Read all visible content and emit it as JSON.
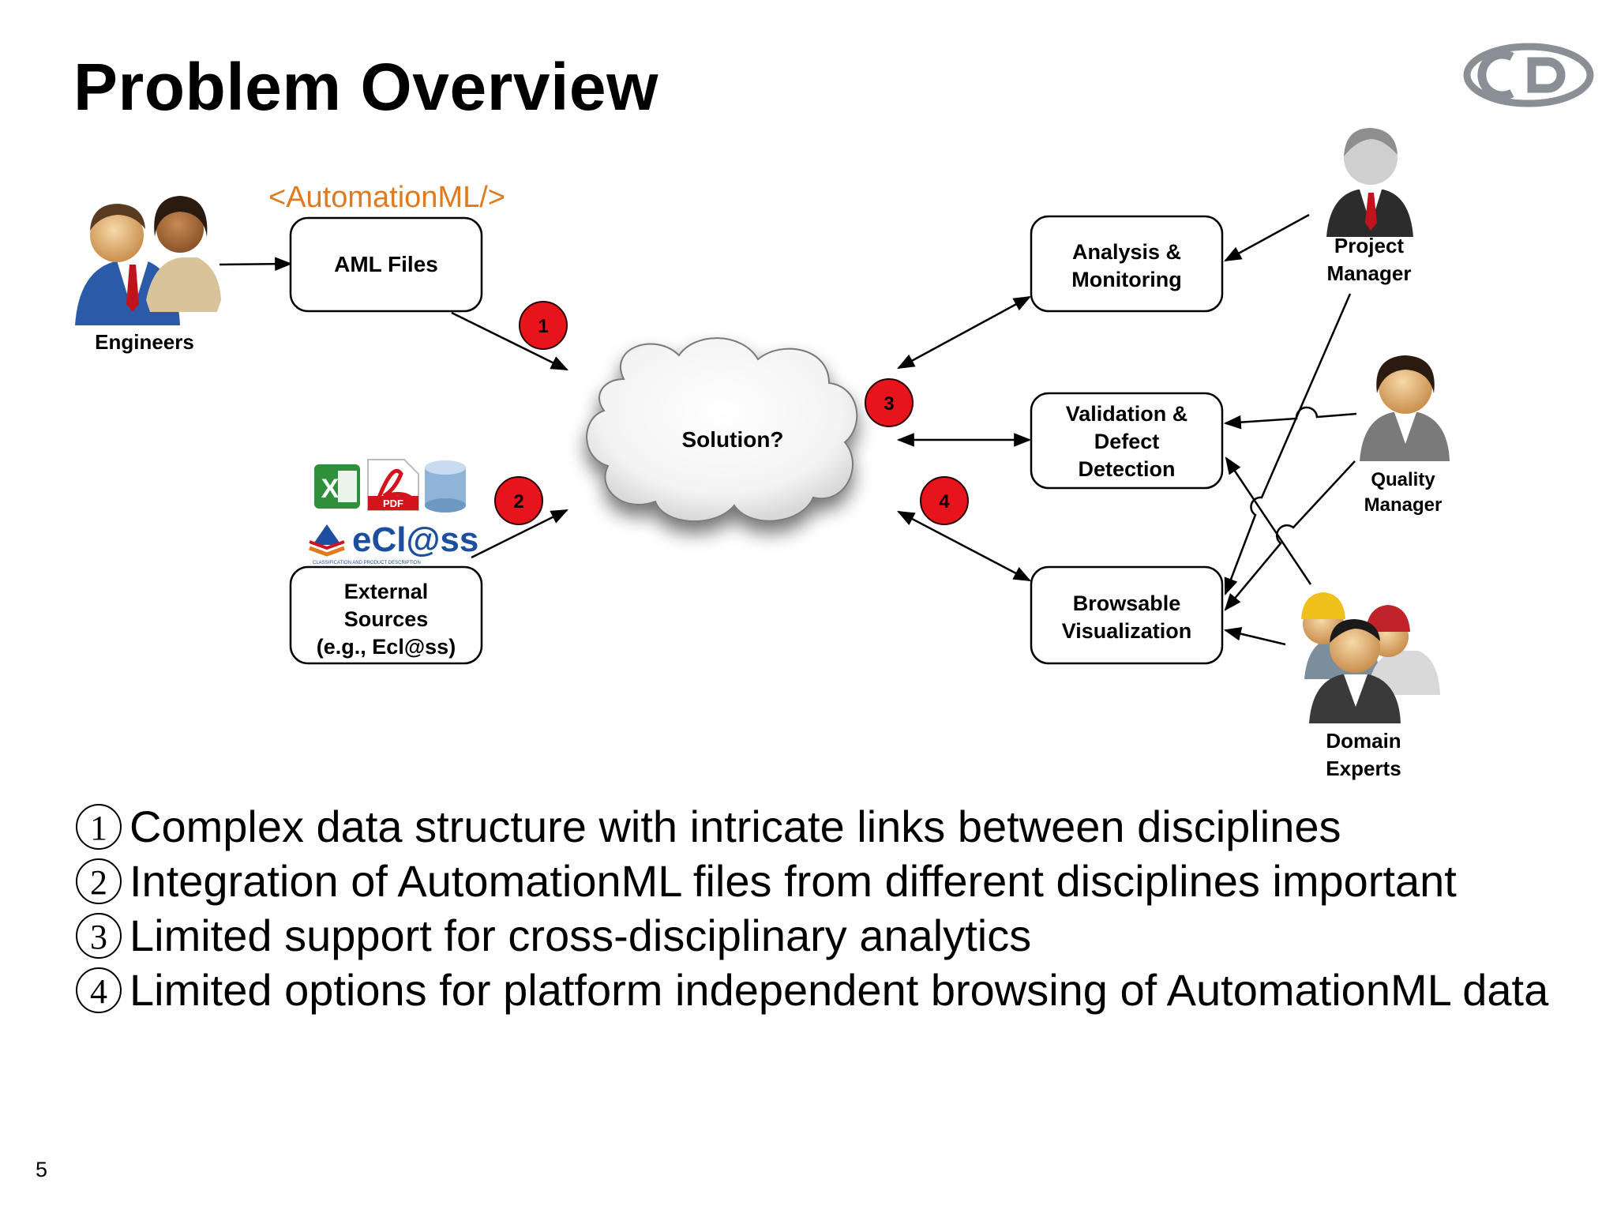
{
  "title": "Problem Overview",
  "page_number": "5",
  "aml_logo_text": "<AutomationML/>",
  "eclass_logo_text": "eCl@ss",
  "eclass_logo_tagline": "CLASSIFICATION AND PRODUCT DESCRIPTION",
  "pdf_icon_text": "PDF",
  "actors": {
    "engineers": "Engineers",
    "project_manager_1": "Project",
    "project_manager_2": "Manager",
    "quality_manager_1": "Quality",
    "quality_manager_2": "Manager",
    "domain_experts_1": "Domain",
    "domain_experts_2": "Experts"
  },
  "boxes": {
    "aml_files": "AML Files",
    "external_1": "External",
    "external_2": "Sources",
    "external_3": "(e.g., Ecl@ss)",
    "analysis_1": "Analysis &",
    "analysis_2": "Monitoring",
    "validation_1": "Validation &",
    "validation_2": "Defect",
    "validation_3": "Detection",
    "browsable_1": "Browsable",
    "browsable_2": "Visualization",
    "solution": "Solution?"
  },
  "badges": [
    "1",
    "2",
    "3",
    "4"
  ],
  "bullets": [
    {
      "num": "1",
      "text": "Complex data structure with intricate links between disciplines"
    },
    {
      "num": "2",
      "text": "Integration of AutomationML files from different disciplines important"
    },
    {
      "num": "3",
      "text": "Limited support for cross-disciplinary analytics"
    },
    {
      "num": "4",
      "text": "Limited options for platform independent browsing of AutomationML data"
    }
  ],
  "colors": {
    "badge_red": "#e8141c",
    "aml_orange": "#e07a1f",
    "eclass_blue": "#1c4fa0",
    "logo_gray": "#8a8f96"
  }
}
